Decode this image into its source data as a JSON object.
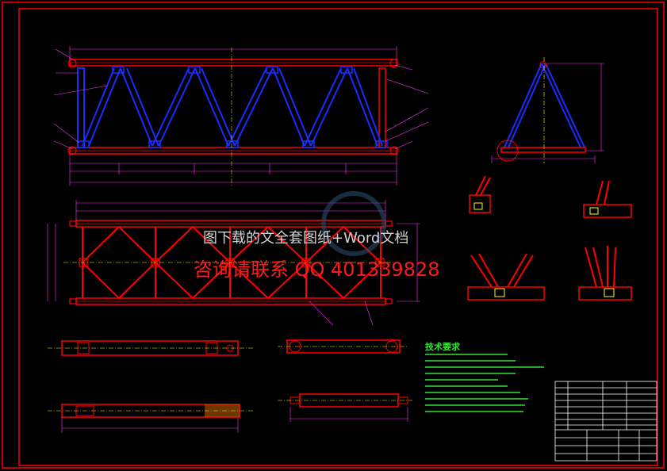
{
  "watermark": {
    "line1": "图下载的文全套图纸+Word文档",
    "line2": "咨询请联系 QQ 401339828"
  },
  "technical_requirements": {
    "title": "技术要求"
  },
  "colors": {
    "background": "#000000",
    "frame": "#ff0000",
    "members_blue": "#1a2cff",
    "dimension_magenta": "#ff33ff",
    "centerline_yellow": "#ffff00",
    "note_green": "#35e035",
    "title_block_white": "#ffffff"
  }
}
